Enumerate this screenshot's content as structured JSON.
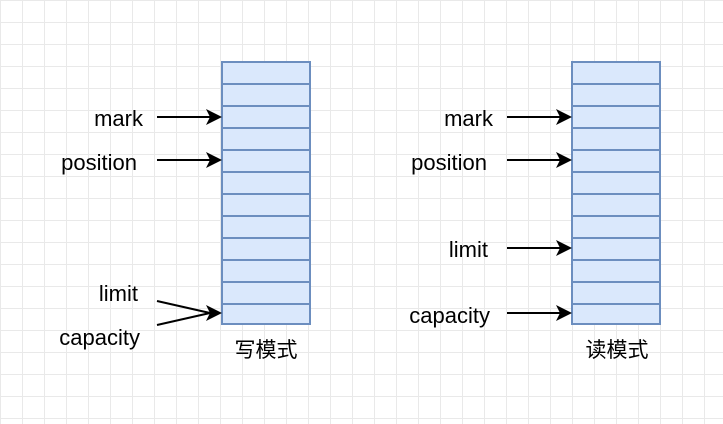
{
  "write_mode": {
    "caption": "写模式",
    "labels": {
      "mark": "mark",
      "position": "position",
      "limit": "limit",
      "capacity": "capacity"
    }
  },
  "read_mode": {
    "caption": "读模式",
    "labels": {
      "mark": "mark",
      "position": "position",
      "limit": "limit",
      "capacity": "capacity"
    }
  },
  "colors": {
    "cell_fill": "#dae8fc",
    "cell_stroke": "#6c8ebf",
    "arrow": "#000000"
  }
}
